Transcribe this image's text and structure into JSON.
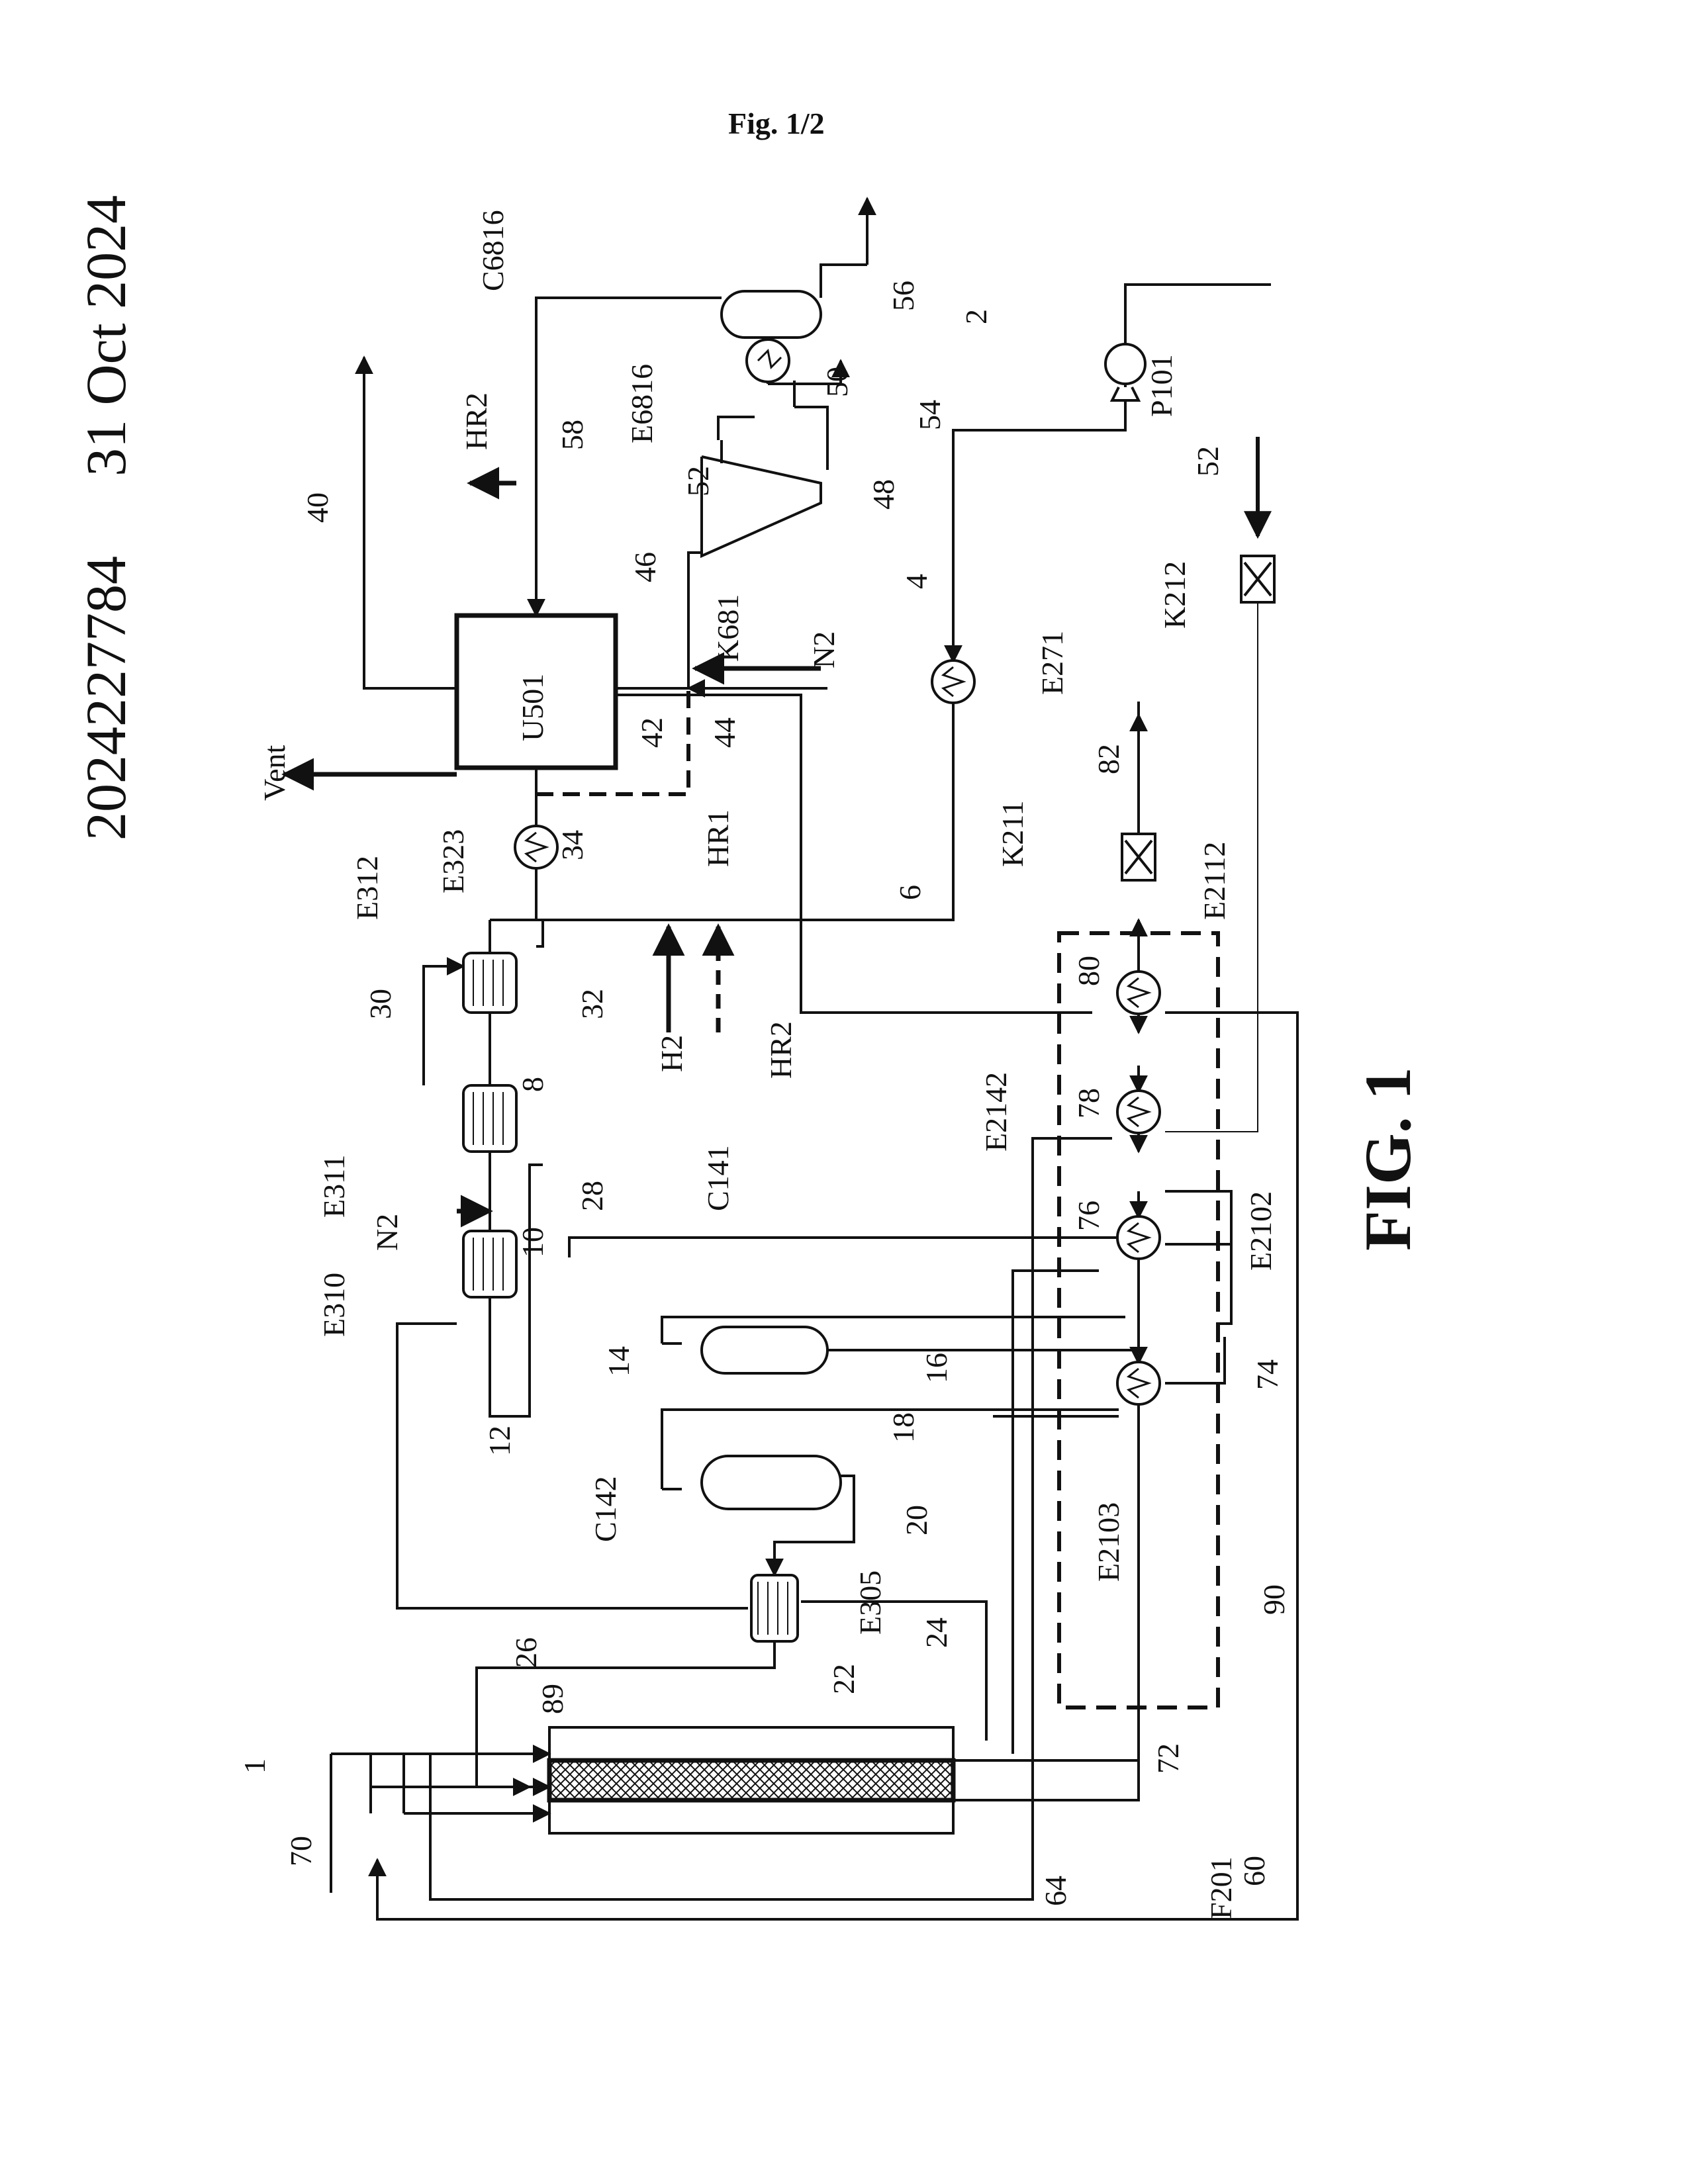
{
  "page_header": "Fig. 1/2",
  "side_text": {
    "app_number": "2024227784",
    "date": "31 Oct 2024"
  },
  "figure_caption": "FIG. 1",
  "labels": {
    "C6816": "C6816",
    "E6816": "E6816",
    "P101": "P101",
    "U501": "U501",
    "K681": "K681",
    "E271": "E271",
    "K212": "K212",
    "K211": "K211",
    "E312": "E312",
    "E311": "E311",
    "E310": "E310",
    "E323": "E323",
    "C141": "C141",
    "C142": "C142",
    "E305": "E305",
    "E2112": "E2112",
    "E2142": "E2142",
    "E2102": "E2102",
    "E2103": "E2103",
    "F201": "F201",
    "HR1": "HR1",
    "HR2a": "HR2",
    "HR2b": "HR2",
    "H2": "H2",
    "N2a": "N2",
    "N2b": "N2",
    "Vent": "Vent",
    "n1": "1",
    "n2": "2",
    "n4": "4",
    "n6": "6",
    "n8": "8",
    "n10": "10",
    "n12": "12",
    "n14": "14",
    "n16": "16",
    "n18": "18",
    "n20": "20",
    "n22": "22",
    "n24": "24",
    "n26": "26",
    "n28": "28",
    "n30": "30",
    "n32": "32",
    "n34": "34",
    "n40": "40",
    "n42": "42",
    "n44": "44",
    "n46": "46",
    "n48": "48",
    "n50": "50",
    "n52a": "52",
    "n52b": "52",
    "n54": "54",
    "n56": "56",
    "n58": "58",
    "n60": "60",
    "n64": "64",
    "n70": "70",
    "n72": "72",
    "n74": "74",
    "n76": "76",
    "n78": "78",
    "n80": "80",
    "n82": "82",
    "n89": "89",
    "n90": "90"
  }
}
